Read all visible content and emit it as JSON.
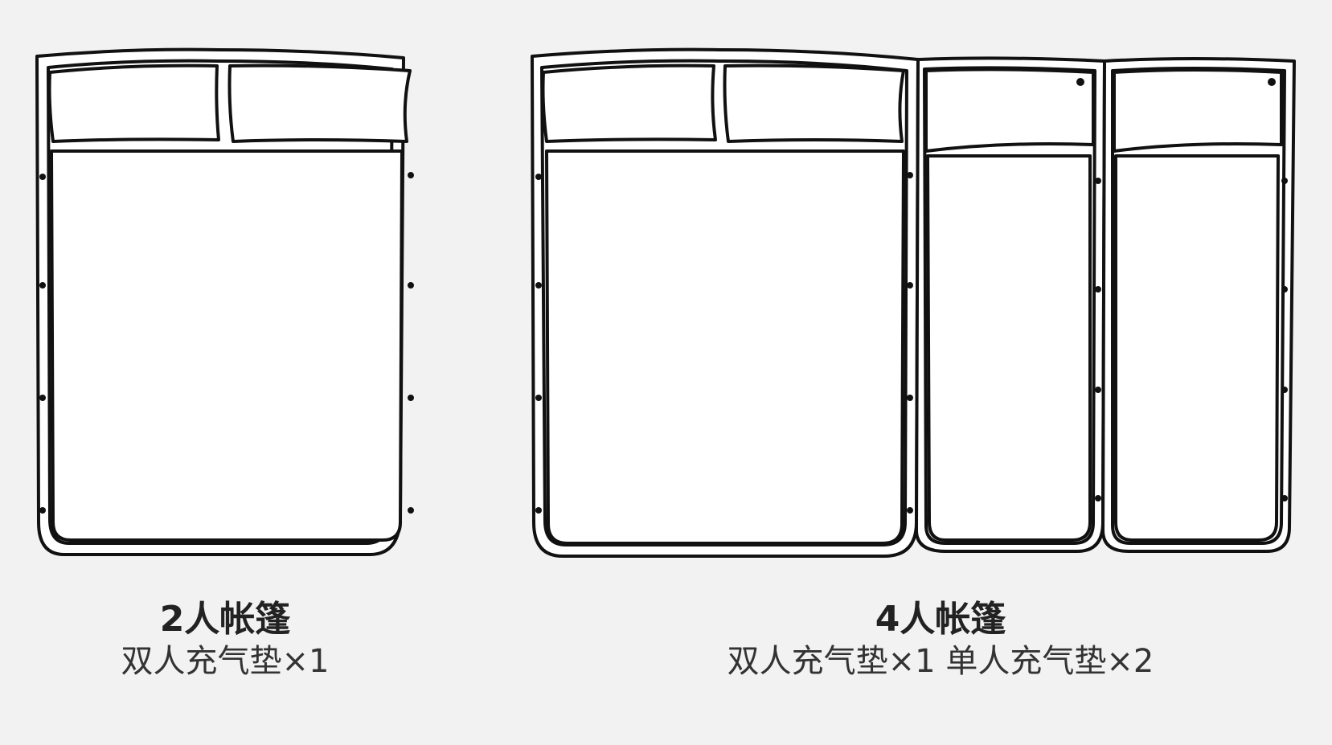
{
  "colors": {
    "background": "#f2f2f2",
    "stroke": "#111111",
    "fill": "#ffffff",
    "text": "#222222"
  },
  "captions": {
    "two_person": {
      "title": "2人帐篷",
      "subtitle": "双人充气垫×1"
    },
    "four_person": {
      "title": "4人帐篷",
      "subtitle": "双人充气垫×1 单人充气垫×2"
    }
  }
}
